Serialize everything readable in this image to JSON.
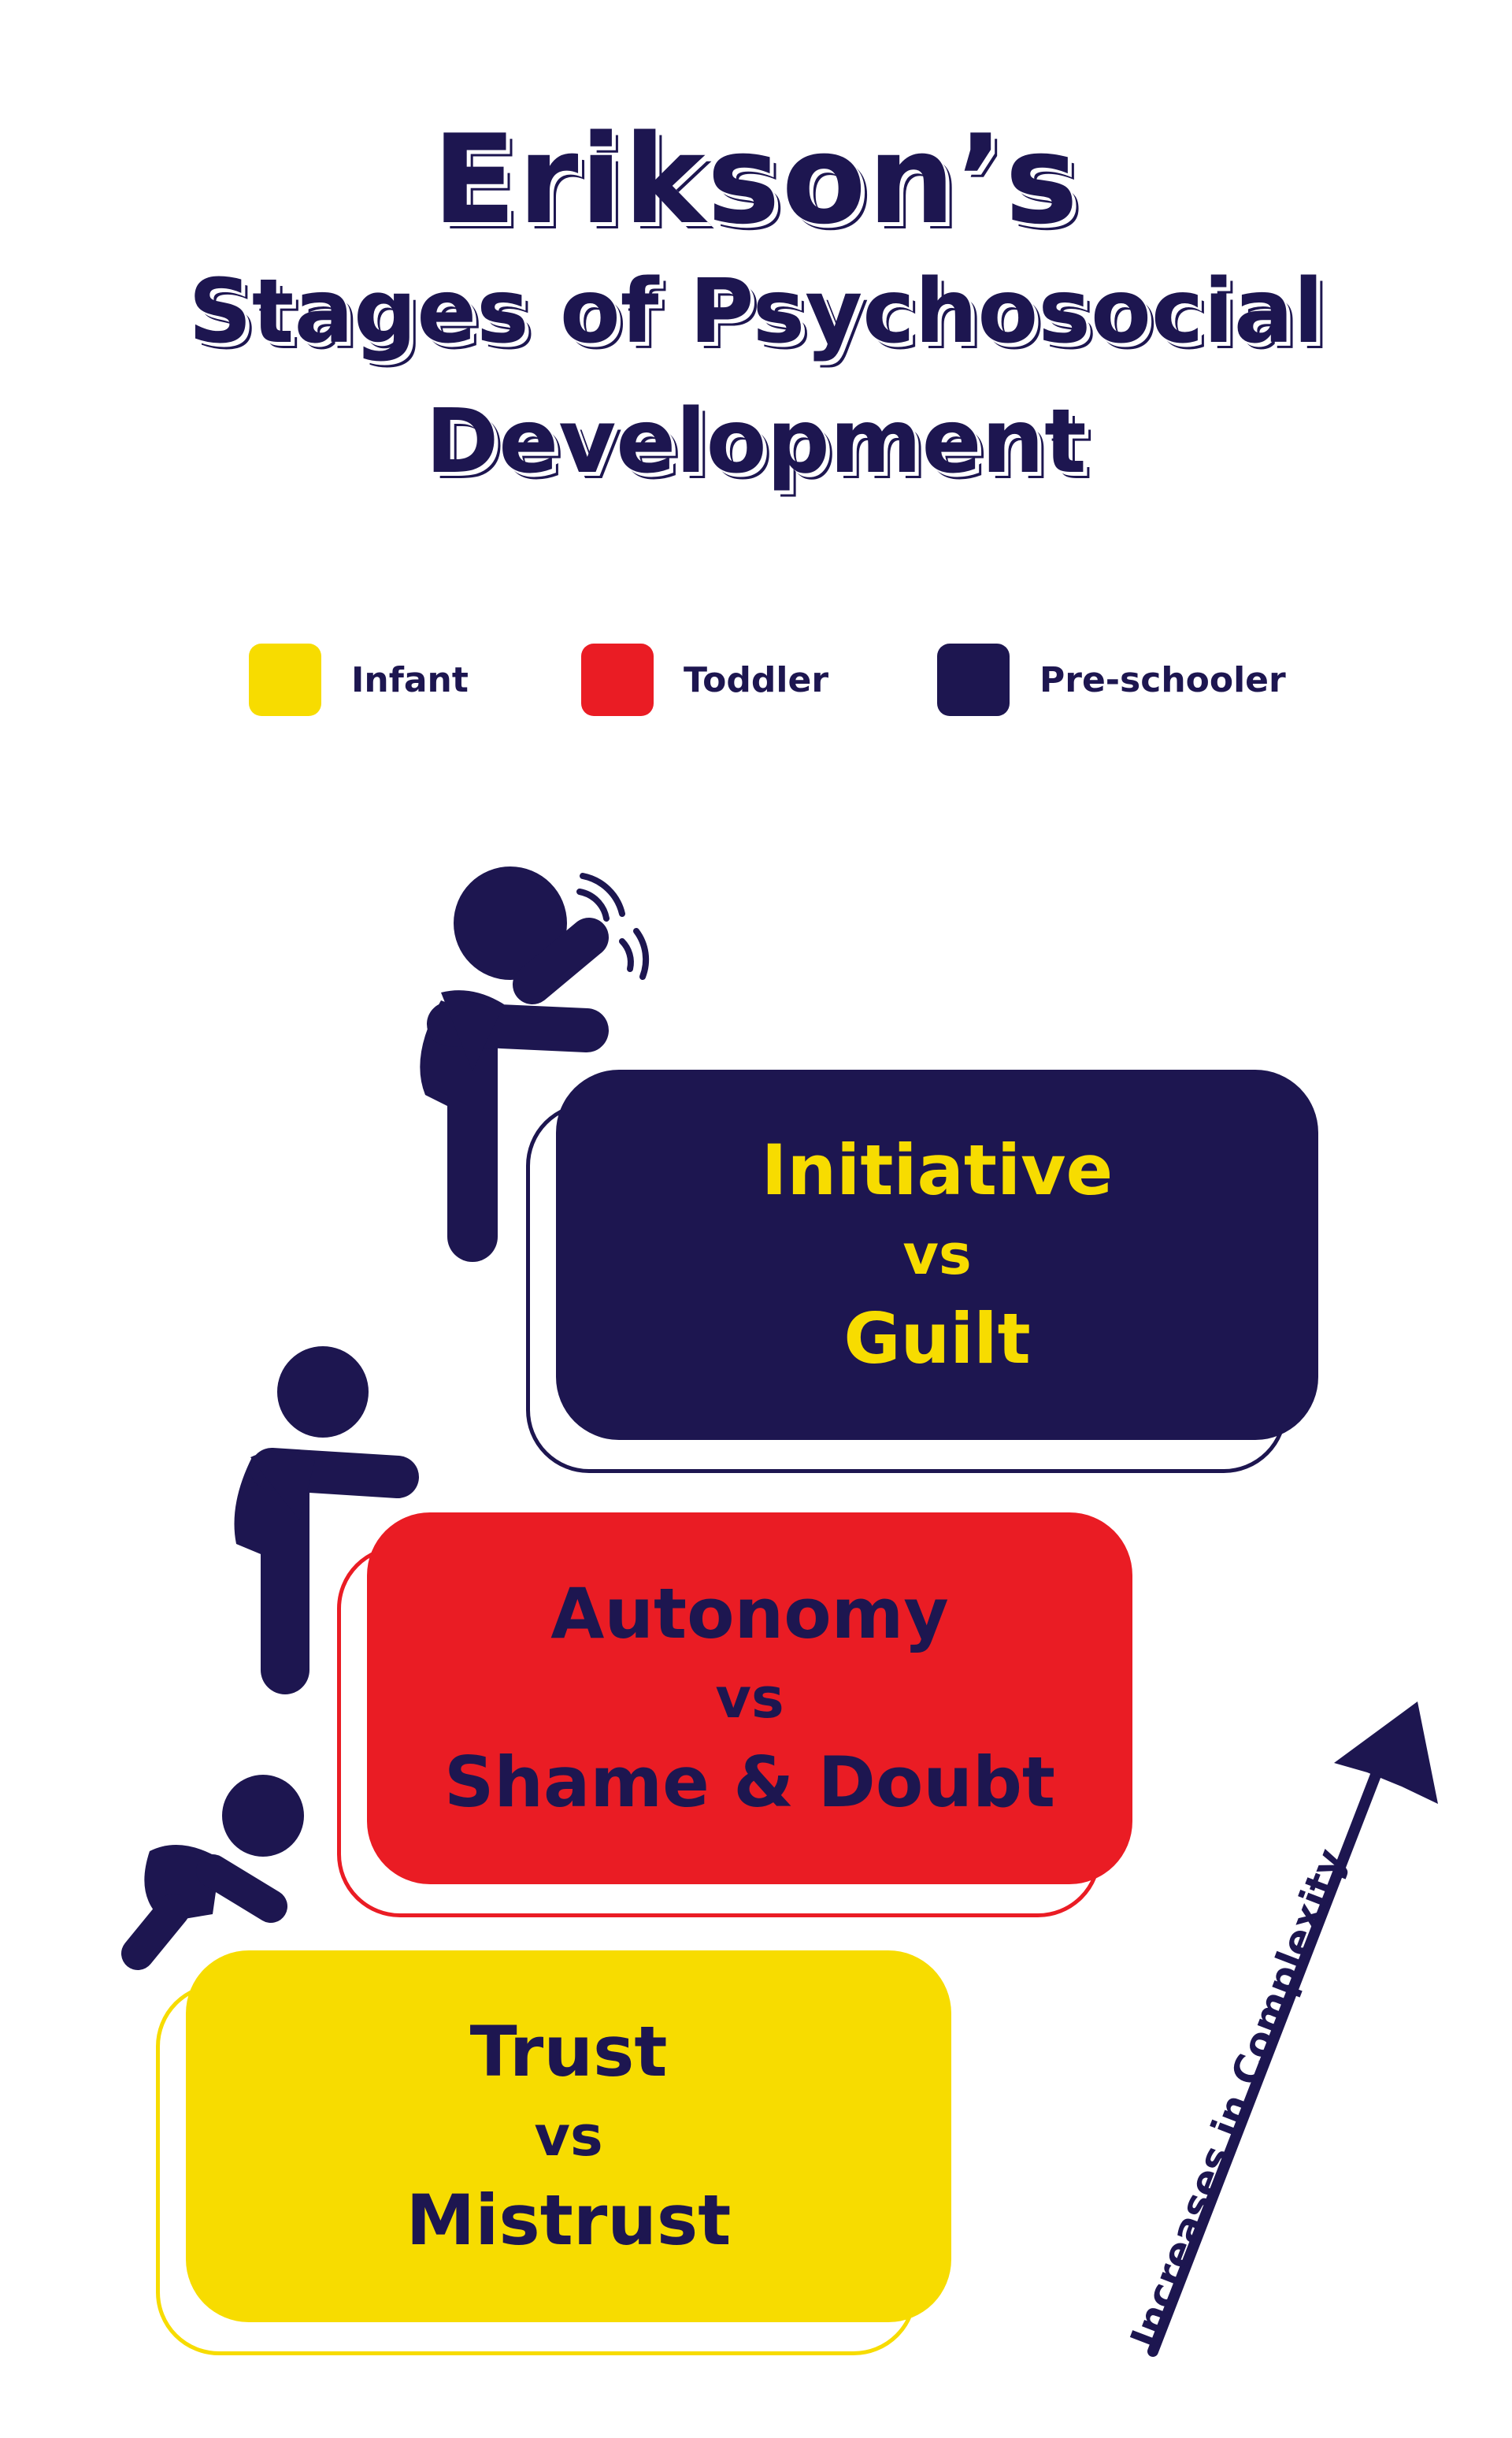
{
  "title": {
    "line1": "Erikson’s",
    "line2": "Stages of Psychosocial",
    "line3": "Development"
  },
  "legend": [
    {
      "label": "Infant",
      "color": "#f7dc00"
    },
    {
      "label": "Toddler",
      "color": "#ea1c24"
    },
    {
      "label": "Pre-schooler",
      "color": "#1d1650"
    }
  ],
  "stages": [
    {
      "line1": "Initiative",
      "vs": "vs",
      "line2": "Guilt",
      "fill": "#1d1650",
      "text_color": "#f7dc00",
      "outline": "#1d1650"
    },
    {
      "line1": "Autonomy",
      "vs": "vs",
      "line2": "Shame & Doubt",
      "fill": "#ea1c24",
      "text_color": "#1d1650",
      "outline": "#ea1c24"
    },
    {
      "line1": "Trust",
      "vs": "vs",
      "line2": "Mistrust",
      "fill": "#f7dc00",
      "text_color": "#1d1650",
      "outline": "#f7dc00"
    }
  ],
  "arrow_label": "Increases in Complexity",
  "icons": [
    "preschooler-waving-icon",
    "toddler-climbing-icon",
    "infant-crawling-icon",
    "arrow-up-right-icon"
  ]
}
